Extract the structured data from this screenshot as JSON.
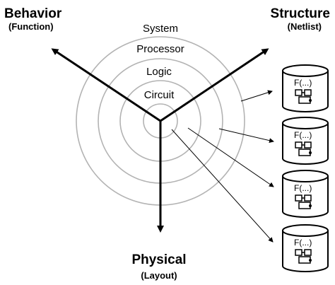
{
  "axes": {
    "behavior": {
      "title": "Behavior",
      "subtitle": "(Function)"
    },
    "structure": {
      "title": "Structure",
      "subtitle": "(Netlist)"
    },
    "physical": {
      "title": "Physical",
      "subtitle": "(Layout)"
    }
  },
  "levels": [
    "System",
    "Processor",
    "Logic",
    "Circuit"
  ],
  "modules": [
    {
      "label": "F(...)"
    },
    {
      "label": "F(...)"
    },
    {
      "label": "F(...)"
    },
    {
      "label": "F(...)"
    }
  ],
  "colors": {
    "rings": "#b3b3b3",
    "axes": "#000000",
    "background": "#ffffff"
  }
}
